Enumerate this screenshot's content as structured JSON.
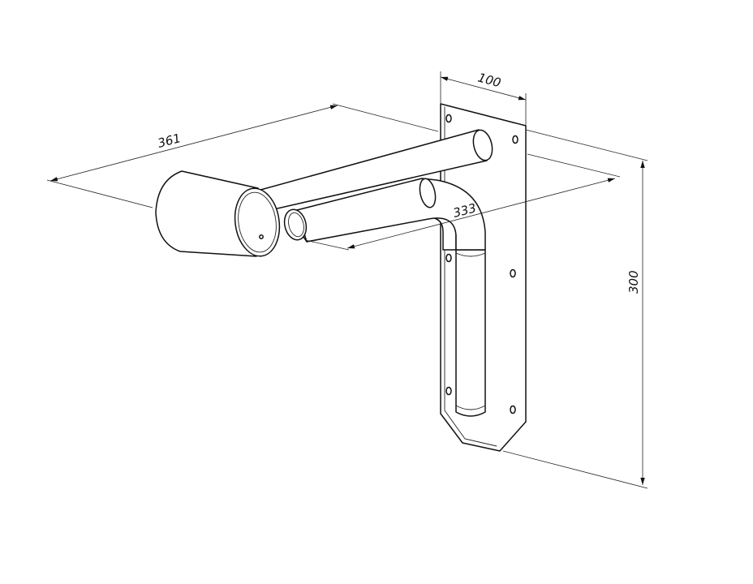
{
  "dimensions": {
    "overall_width": "361",
    "tube_length": "333",
    "plate_width": "100",
    "plate_height": "300"
  },
  "colors": {
    "line": "#111111",
    "background": "#ffffff"
  }
}
